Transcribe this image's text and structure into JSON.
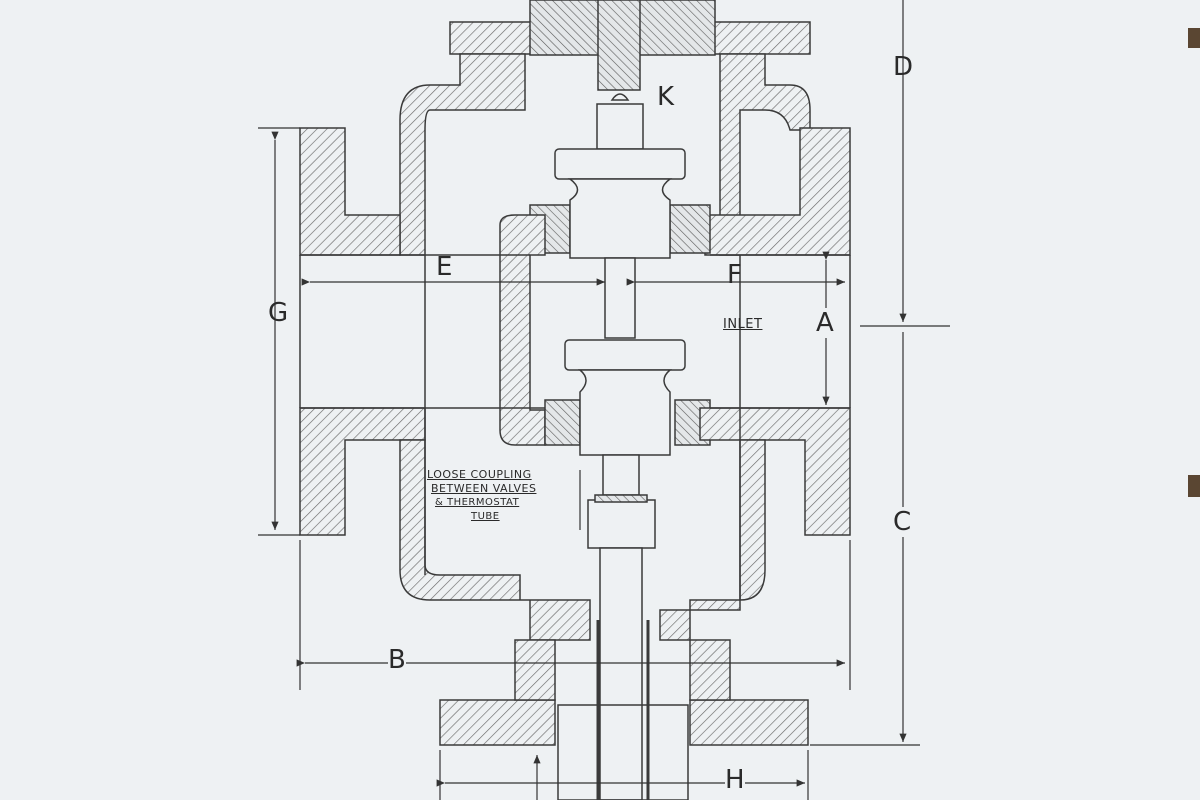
{
  "diagram": {
    "type": "technical cross-section drawing",
    "subject": "thermostatic valve assembly",
    "colors": {
      "background": "#eef1f3",
      "line": "#3a3a3a",
      "hatch": "#6b6b6b",
      "binding": "#5a4632"
    },
    "dimension_labels": {
      "A": "A",
      "B": "B",
      "C": "C",
      "D": "D",
      "E": "E",
      "F": "F",
      "G": "G",
      "H": "H",
      "K": "K"
    },
    "annotations": {
      "inlet": "Inlet",
      "coupling_line1": "Loose Coupling",
      "coupling_line2": "Between Valves",
      "coupling_line3": "& Thermostat",
      "coupling_line4": "Tube"
    }
  }
}
